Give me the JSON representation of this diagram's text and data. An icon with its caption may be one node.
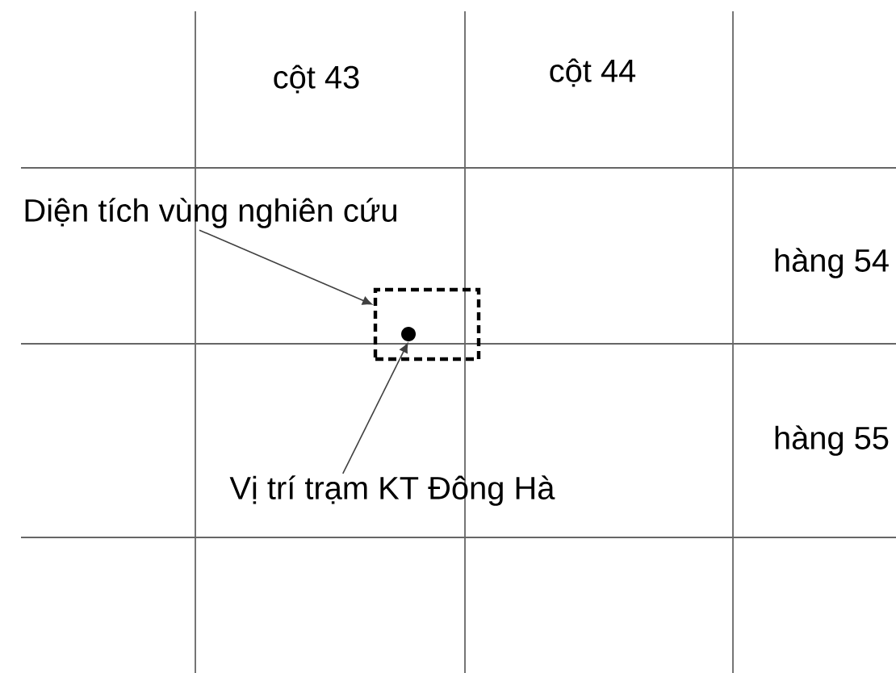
{
  "diagram": {
    "nodes": [
      {
        "text": [
          "Diện tích vùng nghiên cứu"
        ]
      },
      {
        "text": [],
        "shape": "box"
      },
      {
        "text": [
          "Vị trí trạm KT Đông Hà"
        ]
      },
      {
        "text": [],
        "shape": "circle",
        "in": 1
      }
    ],
    "edges": [
      {
        "from": 0,
        "to": 1,
        "arrow": "to"
      },
      {
        "from": 2,
        "to": 3,
        "arrow": "to"
      }
    ],
    "labels": [
      "cột 43",
      "cột 44",
      "hàng 54",
      "hàng 55"
    ]
  }
}
